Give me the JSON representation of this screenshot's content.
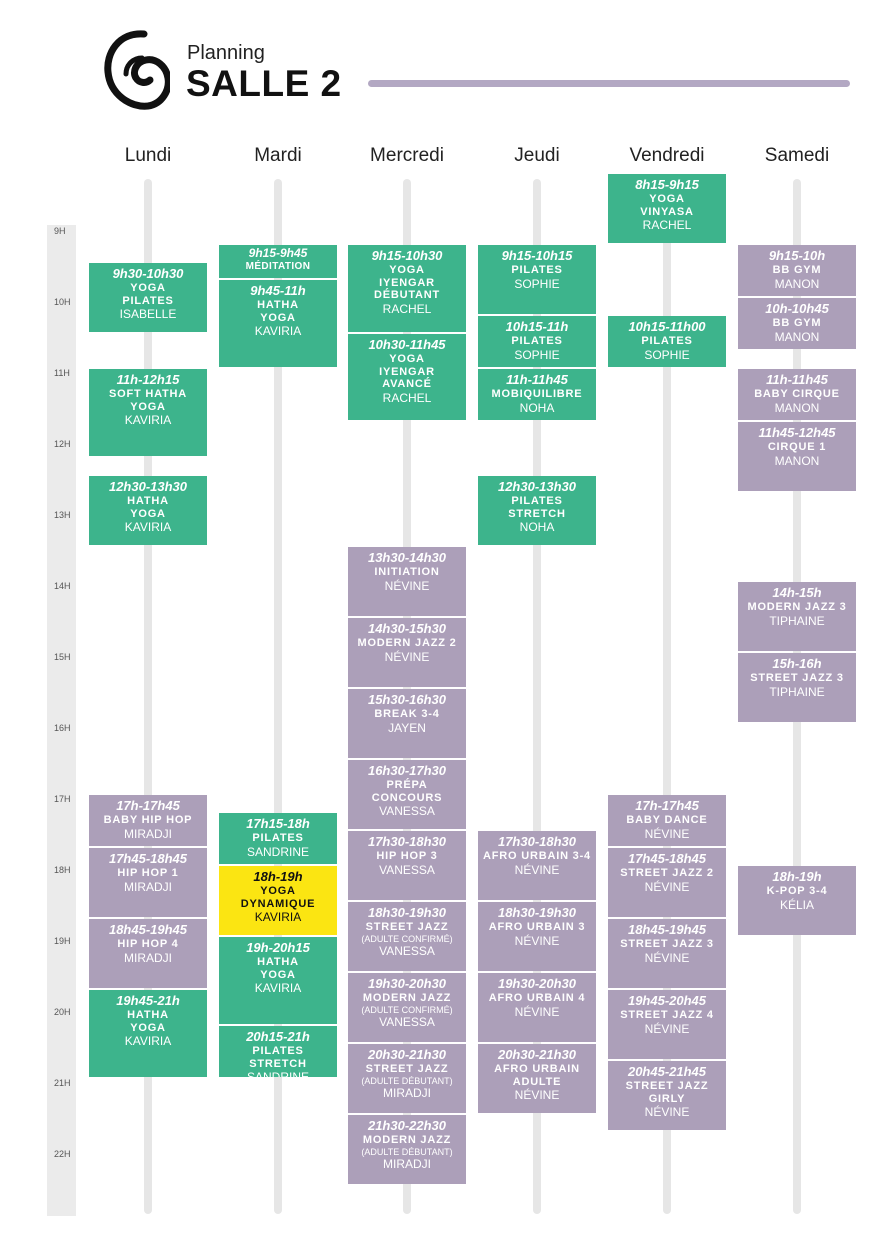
{
  "header": {
    "subtitle": "Planning",
    "title": "SALLE 2"
  },
  "colors": {
    "green": "#3db48c",
    "purple": "#ac9fb9",
    "yellow": "#fbe512",
    "line": "#b3a8c3"
  },
  "days": [
    "Lundi",
    "Mardi",
    "Mercredi",
    "Jeudi",
    "Vendredi",
    "Samedi"
  ],
  "hours": [
    "9H",
    "10H",
    "11H",
    "12H",
    "13H",
    "14H",
    "15H",
    "16H",
    "17H",
    "18H",
    "19H",
    "20H",
    "21H",
    "22H"
  ],
  "schedule": [
    [
      {
        "time": "9h30-10h30",
        "name": [
          "YOGA",
          "PILATES"
        ],
        "person": "ISABELLE",
        "color": "green"
      },
      {
        "time": "11h-12h15",
        "name": [
          "SOFT HATHA",
          "YOGA"
        ],
        "person": "KAVIRIA",
        "color": "green"
      },
      {
        "time": "12h30-13h30",
        "name": [
          "HATHA",
          "YOGA"
        ],
        "person": "KAVIRIA",
        "color": "green"
      },
      {
        "time": "17h-17h45",
        "name": [
          "BABY HIP HOP"
        ],
        "person": "MIRADJI",
        "color": "purple"
      },
      {
        "time": "17h45-18h45",
        "name": [
          "HIP HOP 1"
        ],
        "person": "MIRADJI",
        "color": "purple"
      },
      {
        "time": "18h45-19h45",
        "name": [
          "HIP HOP 4"
        ],
        "person": "MIRADJI",
        "color": "purple"
      },
      {
        "time": "19h45-21h",
        "name": [
          "HATHA",
          "YOGA"
        ],
        "person": "KAVIRIA",
        "color": "green"
      }
    ],
    [
      {
        "time": "9h15-9h45",
        "name": [
          "MÉDITATION"
        ],
        "person": "",
        "color": "green"
      },
      {
        "time": "9h45-11h",
        "name": [
          "HATHA",
          "YOGA"
        ],
        "person": "KAVIRIA",
        "color": "green"
      },
      {
        "time": "17h15-18h",
        "name": [
          "PILATES"
        ],
        "person": "SANDRINE",
        "color": "green"
      },
      {
        "time": "18h-19h",
        "name": [
          "YOGA",
          "DYNAMIQUE"
        ],
        "person": "KAVIRIA",
        "color": "yellow"
      },
      {
        "time": "19h-20h15",
        "name": [
          "HATHA",
          "YOGA"
        ],
        "person": "KAVIRIA",
        "color": "green"
      },
      {
        "time": "20h15-21h",
        "name": [
          "PILATES STRETCH"
        ],
        "person": "SANDRINE",
        "color": "green"
      }
    ],
    [
      {
        "time": "9h15-10h30",
        "name": [
          "YOGA",
          "IYENGAR",
          "DÉBUTANT"
        ],
        "person": "RACHEL",
        "color": "green"
      },
      {
        "time": "10h30-11h45",
        "name": [
          "YOGA",
          "IYENGAR",
          "AVANCÉ"
        ],
        "person": "RACHEL",
        "color": "green"
      },
      {
        "time": "13h30-14h30",
        "name": [
          "INITIATION"
        ],
        "person": "NÉVINE",
        "color": "purple"
      },
      {
        "time": "14h30-15h30",
        "name": [
          "MODERN JAZZ 2"
        ],
        "person": "NÉVINE",
        "color": "purple"
      },
      {
        "time": "15h30-16h30",
        "name": [
          "BREAK 3-4"
        ],
        "person": "JAYEN",
        "color": "purple"
      },
      {
        "time": "16h30-17h30",
        "name": [
          "PRÉPA",
          "CONCOURS"
        ],
        "person": "VANESSA",
        "color": "purple"
      },
      {
        "time": "17h30-18h30",
        "name": [
          "HIP HOP 3"
        ],
        "person": "VANESSA",
        "color": "purple"
      },
      {
        "time": "18h30-19h30",
        "name": [
          "STREET JAZZ"
        ],
        "note": "(ADULTE CONFIRMÉ)",
        "person": "VANESSA",
        "color": "purple"
      },
      {
        "time": "19h30-20h30",
        "name": [
          "MODERN JAZZ"
        ],
        "note": "(ADULTE CONFIRMÉ)",
        "person": "VANESSA",
        "color": "purple"
      },
      {
        "time": "20h30-21h30",
        "name": [
          "STREET JAZZ"
        ],
        "note": "(ADULTE DÉBUTANT)",
        "person": "MIRADJI",
        "color": "purple"
      },
      {
        "time": "21h30-22h30",
        "name": [
          "MODERN JAZZ"
        ],
        "note": "(ADULTE DÉBUTANT)",
        "person": "MIRADJI",
        "color": "purple"
      }
    ],
    [
      {
        "time": "9h15-10h15",
        "name": [
          "PILATES"
        ],
        "person": "SOPHIE",
        "color": "green"
      },
      {
        "time": "10h15-11h",
        "name": [
          "PILATES"
        ],
        "person": "SOPHIE",
        "color": "green"
      },
      {
        "time": "11h-11h45",
        "name": [
          "MOBIQUILIBRE"
        ],
        "person": "NOHA",
        "color": "green"
      },
      {
        "time": "12h30-13h30",
        "name": [
          "PILATES",
          "STRETCH"
        ],
        "person": "NOHA",
        "color": "green"
      },
      {
        "time": "17h30-18h30",
        "name": [
          "AFRO URBAIN 3-4"
        ],
        "person": "NÉVINE",
        "color": "purple"
      },
      {
        "time": "18h30-19h30",
        "name": [
          "AFRO URBAIN 3"
        ],
        "person": "NÉVINE",
        "color": "purple"
      },
      {
        "time": "19h30-20h30",
        "name": [
          "AFRO URBAIN 4"
        ],
        "person": "NÉVINE",
        "color": "purple"
      },
      {
        "time": "20h30-21h30",
        "name": [
          "AFRO URBAIN",
          "ADULTE"
        ],
        "person": "NÉVINE",
        "color": "purple"
      }
    ],
    [
      {
        "time": "8h15-9h15",
        "name": [
          "YOGA",
          "VINYASA"
        ],
        "person": "RACHEL",
        "color": "green"
      },
      {
        "time": "10h15-11h00",
        "name": [
          "PILATES"
        ],
        "person": "SOPHIE",
        "color": "green"
      },
      {
        "time": "17h-17h45",
        "name": [
          "BABY DANCE"
        ],
        "person": "NÉVINE",
        "color": "purple"
      },
      {
        "time": "17h45-18h45",
        "name": [
          "STREET JAZZ 2"
        ],
        "person": "NÉVINE",
        "color": "purple"
      },
      {
        "time": "18h45-19h45",
        "name": [
          "STREET JAZZ 3"
        ],
        "person": "NÉVINE",
        "color": "purple"
      },
      {
        "time": "19h45-20h45",
        "name": [
          "STREET JAZZ 4"
        ],
        "person": "NÉVINE",
        "color": "purple"
      },
      {
        "time": "20h45-21h45",
        "name": [
          "STREET JAZZ",
          "GIRLY"
        ],
        "person": "NÉVINE",
        "color": "purple"
      }
    ],
    [
      {
        "time": "9h15-10h",
        "name": [
          "BB GYM"
        ],
        "person": "MANON",
        "color": "purple"
      },
      {
        "time": "10h-10h45",
        "name": [
          "BB GYM"
        ],
        "person": "MANON",
        "color": "purple"
      },
      {
        "time": "11h-11h45",
        "name": [
          "BABY CIRQUE"
        ],
        "person": "MANON",
        "color": "purple"
      },
      {
        "time": "11h45-12h45",
        "name": [
          "CIRQUE 1"
        ],
        "person": "MANON",
        "color": "purple"
      },
      {
        "time": "14h-15h",
        "name": [
          "MODERN JAZZ 3"
        ],
        "person": "TIPHAINE",
        "color": "purple"
      },
      {
        "time": "15h-16h",
        "name": [
          "STREET JAZZ 3"
        ],
        "person": "TIPHAINE",
        "color": "purple"
      },
      {
        "time": "18h-19h",
        "name": [
          "K-POP 3-4"
        ],
        "person": "KÉLIA",
        "color": "purple"
      }
    ]
  ]
}
